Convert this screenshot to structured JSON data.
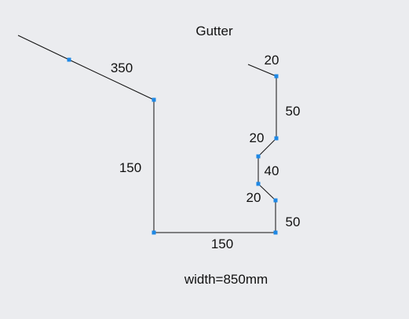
{
  "title": "Gutter",
  "footer": "width=850mm",
  "colors": {
    "background": "#ebecef",
    "line": "#111111",
    "vertex": "#1e88e5"
  },
  "dimensions": {
    "top_slope": "350",
    "left_wall": "150",
    "bottom": "150",
    "right_lower": "50",
    "lower_bevel": "20",
    "middle_section": "40",
    "upper_bevel": "20",
    "right_upper": "50",
    "top_lip": "20"
  }
}
